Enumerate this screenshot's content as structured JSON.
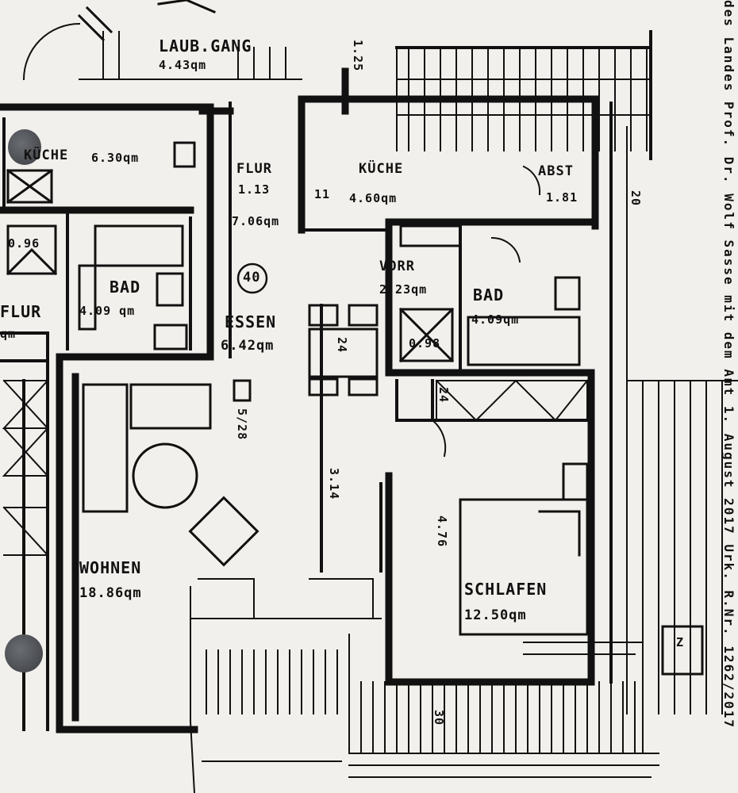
{
  "rooms": {
    "laubgang": {
      "name": "LAUB.GANG",
      "area": "4.43qm"
    },
    "kueche_left": {
      "name": "KÜCHE",
      "area": "6.30qm"
    },
    "flur_mid": {
      "name": "FLUR",
      "area1": "1.13",
      "area2": "7.06qm"
    },
    "kueche_mid": {
      "name": "KÜCHE",
      "area": "4.60qm"
    },
    "abst": {
      "name": "ABST",
      "area": "1.81"
    },
    "vorr": {
      "name": "VORR",
      "area": "2.23qm"
    },
    "bad_left": {
      "name": "BAD",
      "area": "4.09 qm"
    },
    "bad_right": {
      "name": "BAD",
      "area": "4.09qm"
    },
    "essen": {
      "name": "ESSEN",
      "area": "6.42qm"
    },
    "flur_left": {
      "name": "FLUR",
      "area": "qm"
    },
    "wohnen": {
      "name": "WOHNEN",
      "area": "18.86qm"
    },
    "schlafen": {
      "name": "SCHLAFEN",
      "area": "12.50qm"
    }
  },
  "marks": {
    "circle_num": "40",
    "dim_0_98": "0.98",
    "dim_0_96": "0.96",
    "dim_1_25": "1.25",
    "dim_24_a": "24",
    "dim_24_b": "24",
    "dim_3_14": "3.14",
    "dim_4_76": "4.76",
    "dim_11": "11",
    "dim_20": "20",
    "dim_30": "30",
    "stair_z": "Z",
    "stair_label": "5/28"
  },
  "margin_note": "des Landes Prof. Dr. Wolf Sasse mit dem Amt 1. August 2017 Urk. R.Nr. 1262/2017"
}
